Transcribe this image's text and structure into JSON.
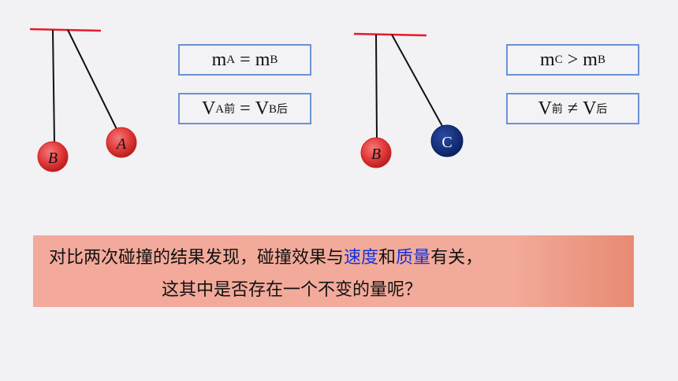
{
  "pendulum_left": {
    "ball_b_label": "B",
    "ball_a_label": "A"
  },
  "pendulum_right": {
    "ball_b_label": "B",
    "ball_c_label": "C"
  },
  "box1": {
    "m": "m",
    "sub_a": "A",
    "eq": "=",
    "m2": "m",
    "sub_b": "B"
  },
  "box2": {
    "v": "V",
    "sub_a": "A",
    "sub_a_cn": "前",
    "eq": "=",
    "v2": "V",
    "sub_b": "B",
    "sub_b_cn": "后"
  },
  "box3": {
    "m": "m",
    "sub_c": "C",
    "op": ">",
    "m2": "m",
    "sub_b": "B"
  },
  "box4": {
    "v": "V",
    "sub1": "前",
    "op": "≠",
    "v2": "V",
    "sub2": "后"
  },
  "banner": {
    "line1_part1": "对比两次碰撞的结果发现，碰撞效果与",
    "line1_speed": "速度",
    "line1_and": "和",
    "line1_mass": "质量",
    "line1_end": "有关，",
    "line2": "这其中是否存在一个不变的量呢？"
  },
  "colors": {
    "support": "#e8192c",
    "ball_red": "#e23a3a",
    "ball_blue": "#0e2a78",
    "box_border": "#6a92d6",
    "highlight": "#1432d8"
  }
}
